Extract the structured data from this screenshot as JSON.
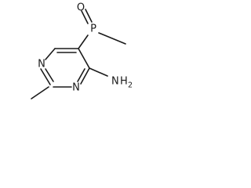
{
  "molecule": {
    "atoms": {
      "o": "O",
      "p": "P",
      "n_top": "N",
      "n_bottom": "N",
      "amine_n": "N",
      "amine_h": "H",
      "amine_sub": "2"
    }
  },
  "colors": {
    "ink": "#1a1a1a",
    "background": "#ffffff"
  }
}
